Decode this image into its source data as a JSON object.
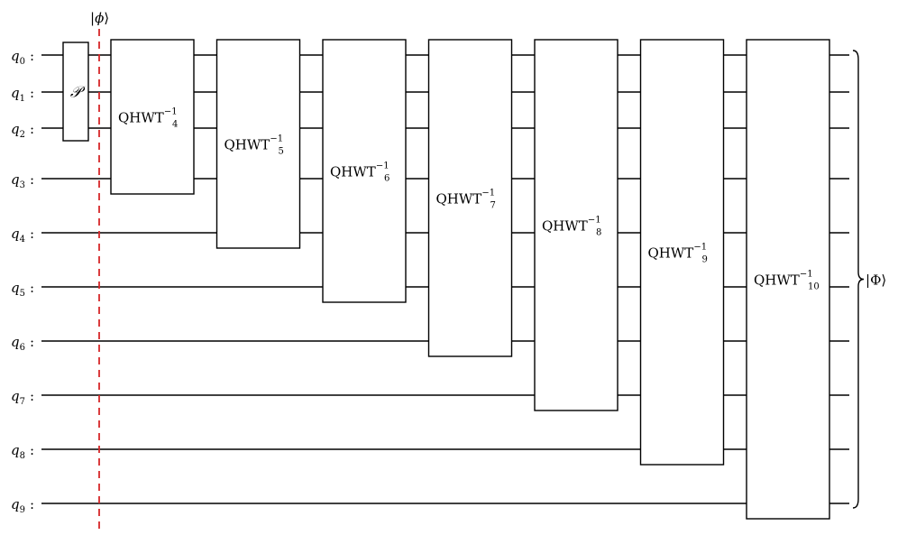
{
  "circuit": {
    "qubits": [
      {
        "name": "q",
        "sub": "0"
      },
      {
        "name": "q",
        "sub": "1"
      },
      {
        "name": "q",
        "sub": "2"
      },
      {
        "name": "q",
        "sub": "3"
      },
      {
        "name": "q",
        "sub": "4"
      },
      {
        "name": "q",
        "sub": "5"
      },
      {
        "name": "q",
        "sub": "6"
      },
      {
        "name": "q",
        "sub": "7"
      },
      {
        "name": "q",
        "sub": "8"
      },
      {
        "name": "q",
        "sub": "9"
      }
    ],
    "qubit_separator": ":",
    "permutation_gate": {
      "label": "𝒫",
      "first_qubit": 0,
      "last_qubit": 2
    },
    "barrier_state": {
      "ket_open": "|",
      "symbol": "ϕ",
      "ket_close": "⟩"
    },
    "inverse_gates": [
      {
        "label": "QHWT",
        "sub": "4",
        "sup": "−1",
        "first_qubit": 0,
        "last_qubit": 3
      },
      {
        "label": "QHWT",
        "sub": "5",
        "sup": "−1",
        "first_qubit": 0,
        "last_qubit": 4
      },
      {
        "label": "QHWT",
        "sub": "6",
        "sup": "−1",
        "first_qubit": 0,
        "last_qubit": 5
      },
      {
        "label": "QHWT",
        "sub": "7",
        "sup": "−1",
        "first_qubit": 0,
        "last_qubit": 6
      },
      {
        "label": "QHWT",
        "sub": "8",
        "sup": "−1",
        "first_qubit": 0,
        "last_qubit": 7
      },
      {
        "label": "QHWT",
        "sub": "9",
        "sup": "−1",
        "first_qubit": 0,
        "last_qubit": 8
      },
      {
        "label": "QHWT",
        "sub": "10",
        "sup": "−1",
        "first_qubit": 0,
        "last_qubit": 9
      }
    ],
    "output_state": {
      "ket_open": "|",
      "symbol": "Φ",
      "ket_close": "⟩"
    },
    "colors": {
      "wire": "#000000",
      "barrier": "#d62728",
      "gate_fill": "#ffffff"
    }
  }
}
